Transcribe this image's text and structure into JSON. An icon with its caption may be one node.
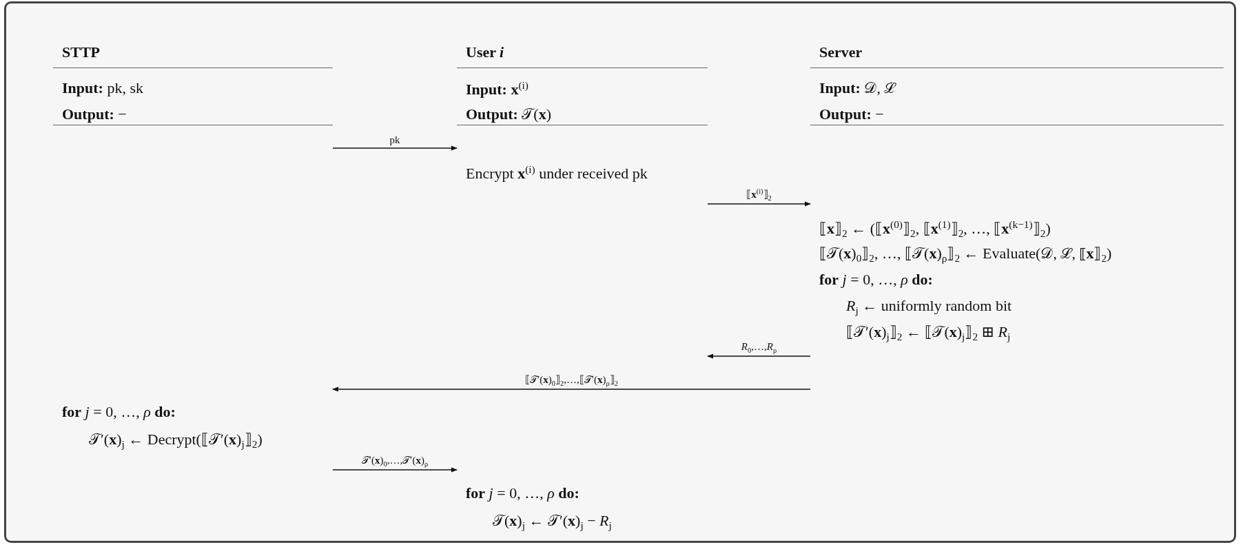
{
  "diagram": {
    "nodes": [
      {
        "text": [
          "STTP",
          "**Input:** pk, sk",
          "**Output:** −",
          "**for** *j* = 0, …, *ρ* **do:**",
          "𝒯′(**x**)$_{j}$ ← Decrypt(⟦𝒯′(**x**)$_{j}$⟧$_{2}$)"
        ]
      },
      {
        "text": [
          "User *i*",
          "**Input:** **x**$^{(i)}$",
          "**Output:** 𝒯(**x**)",
          "Encrypt **x**$^{(i)}$ under received pk",
          "**for** *j* = 0, …, *ρ* **do:**",
          "𝒯(**x**)$_{j}$ ← 𝒯′(**x**)$_{j}$ − *R*$_{j}$"
        ]
      },
      {
        "text": [
          "Server",
          "**Input:** 𝒟, ℒ",
          "**Output:** −",
          "⟦**x**⟧$_{2}$ ← (⟦**x**$^{(0)}$⟧$_{2}$, ⟦**x**$^{(1)}$⟧$_{2}$, …, ⟦**x**$^{(k−1)}$⟧$_{2}$)",
          "⟦𝒯(**x**)$_{0}$⟧$_{2}$, …, ⟦𝒯(**x**)$_{ρ}$⟧$_{2}$ ← Evaluate(𝒟, ℒ, ⟦**x**⟧$_{2}$)",
          "**for** *j* = 0, …, *ρ* **do:**",
          "*R*$_{j}$ ← uniformly random bit",
          "⟦𝒯′(**x**)$_{j}$⟧$_{2}$ ← ⟦𝒯(**x**)$_{j}$⟧$_{2}$ ⊞ *R*$_{j}$"
        ]
      }
    ],
    "edges": [
      {
        "from": 0,
        "to": 1,
        "arrow": "to",
        "label": "pk"
      },
      {
        "from": 1,
        "to": 2,
        "arrow": "to",
        "label": "⟦**x**$^{(i)}$⟧$_{2}$"
      },
      {
        "from": 2,
        "to": 1,
        "arrow": "to",
        "label": "*R*$_{0}$,…,*R*$_{ρ}$"
      },
      {
        "from": 2,
        "to": 0,
        "arrow": "to",
        "label": "⟦𝒯′(**x**)$_{0}$⟧$_{2}$,…,⟦𝒯′(**x**)$_{ρ}$⟧$_{2}$"
      },
      {
        "from": 0,
        "to": 1,
        "arrow": "to",
        "label": "𝒯′(**x**)$_{0}$,…,𝒯′(**x**)$_{ρ}$"
      }
    ]
  }
}
